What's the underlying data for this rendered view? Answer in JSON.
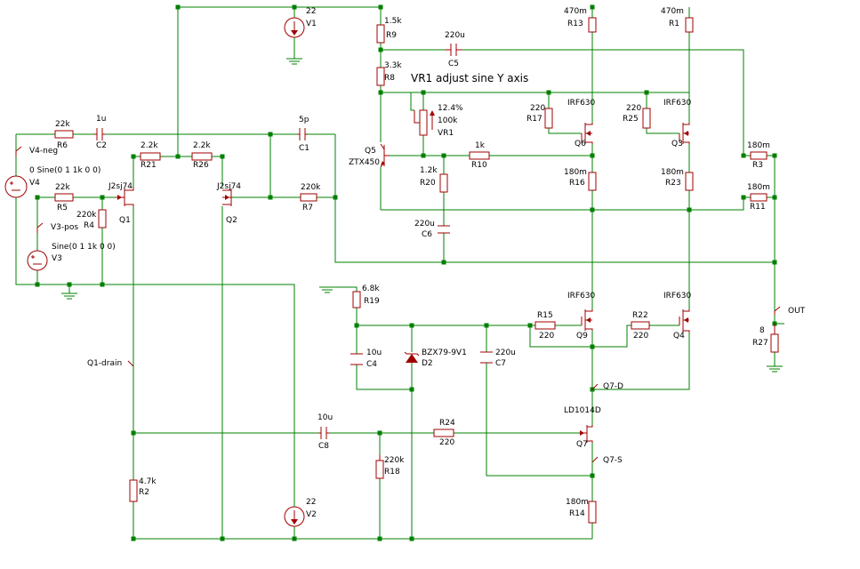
{
  "header": {
    "note": "VR1 adjust sine Y axis"
  },
  "sources": {
    "V1": {
      "ref": "V1",
      "value": "22"
    },
    "V2": {
      "ref": "V2",
      "value": "22"
    },
    "V3": {
      "ref": "V3",
      "value": "Sine(0 1 1k 0 0)"
    },
    "V4": {
      "ref": "V4",
      "value": "0 Sine(0 1 1k 0 0)"
    }
  },
  "resistors": {
    "R1": {
      "ref": "R1",
      "value": "470m"
    },
    "R2": {
      "ref": "R2",
      "value": "4.7k"
    },
    "R3": {
      "ref": "R3",
      "value": "180m"
    },
    "R4": {
      "ref": "R4",
      "value": "220k"
    },
    "R5": {
      "ref": "R5",
      "value": "22k"
    },
    "R6": {
      "ref": "R6",
      "value": "22k"
    },
    "R7": {
      "ref": "R7",
      "value": "220k"
    },
    "R8": {
      "ref": "R8",
      "value": "3.3k"
    },
    "R9": {
      "ref": "R9",
      "value": "1.5k"
    },
    "R10": {
      "ref": "R10",
      "value": "1k"
    },
    "R11": {
      "ref": "R11",
      "value": "180m"
    },
    "R13": {
      "ref": "R13",
      "value": "470m"
    },
    "R14": {
      "ref": "R14",
      "value": "180m"
    },
    "R15": {
      "ref": "R15",
      "value": "220"
    },
    "R16": {
      "ref": "R16",
      "value": "180m"
    },
    "R17": {
      "ref": "R17",
      "value": "220"
    },
    "R18": {
      "ref": "R18",
      "value": "220k"
    },
    "R19": {
      "ref": "R19",
      "value": "6.8k"
    },
    "R20": {
      "ref": "R20",
      "value": "1.2k"
    },
    "R21": {
      "ref": "R21",
      "value": "2.2k"
    },
    "R22": {
      "ref": "R22",
      "value": "220"
    },
    "R23": {
      "ref": "R23",
      "value": "180m"
    },
    "R24": {
      "ref": "R24",
      "value": "220"
    },
    "R25": {
      "ref": "R25",
      "value": "220"
    },
    "R26": {
      "ref": "R26",
      "value": "2.2k"
    },
    "R27": {
      "ref": "R27",
      "value": "8"
    }
  },
  "capacitors": {
    "C1": {
      "ref": "C1",
      "value": "5p"
    },
    "C2": {
      "ref": "C2",
      "value": "1u"
    },
    "C4": {
      "ref": "C4",
      "value": "10u"
    },
    "C5": {
      "ref": "C5",
      "value": "220u"
    },
    "C6": {
      "ref": "C6",
      "value": "220u"
    },
    "C7": {
      "ref": "C7",
      "value": "220u"
    },
    "C8": {
      "ref": "C8",
      "value": "10u"
    }
  },
  "potentiometer": {
    "ref": "VR1",
    "value": "100k",
    "setting": "12.4%"
  },
  "transistors": {
    "Q1": {
      "ref": "Q1",
      "model": "J2sj74"
    },
    "Q2": {
      "ref": "Q2",
      "model": "J2sj74"
    },
    "Q3": {
      "ref": "Q3",
      "model": "IRF630"
    },
    "Q4": {
      "ref": "Q4",
      "model": "IRF630"
    },
    "Q5": {
      "ref": "Q5",
      "model": "ZTX450"
    },
    "Q6": {
      "ref": "Q6",
      "model": "IRF630"
    },
    "Q7": {
      "ref": "Q7",
      "model": "LD1014D"
    },
    "Q9": {
      "ref": "Q9",
      "model": "IRF630"
    }
  },
  "diode": {
    "ref": "D2",
    "model": "BZX79-9V1"
  },
  "net_labels": {
    "v4neg": "V4-neg",
    "v3pos": "V3-pos",
    "q1drain": "Q1-drain",
    "q7d": "Q7-D",
    "q7s": "Q7-S",
    "out": "OUT"
  }
}
